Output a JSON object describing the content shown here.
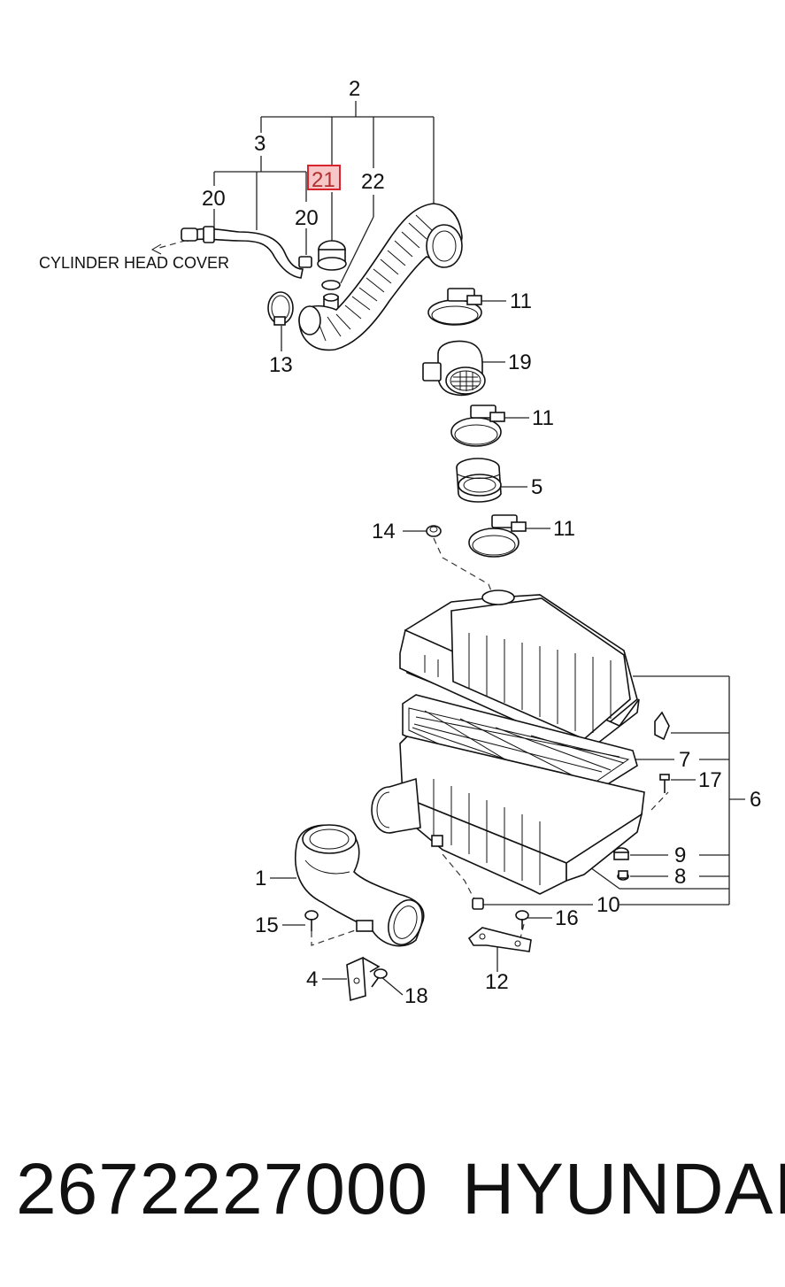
{
  "diagram": {
    "note": "CYLINDER HEAD COVER",
    "labels": {
      "l1": "1",
      "l2": "2",
      "l3": "3",
      "l4": "4",
      "l5": "5",
      "l6": "6",
      "l7": "7",
      "l8": "8",
      "l9": "9",
      "l10": "10",
      "l11a": "11",
      "l11b": "11",
      "l11c": "11",
      "l12": "12",
      "l13": "13",
      "l14": "14",
      "l15": "15",
      "l16": "16",
      "l17": "17",
      "l18": "18",
      "l19": "19",
      "l20a": "20",
      "l20b": "20",
      "l21": "21",
      "l22": "22"
    },
    "highlight_color": "#d9232e"
  },
  "footer": {
    "part_number": "2672227000",
    "brand": "HYUNDAI"
  }
}
